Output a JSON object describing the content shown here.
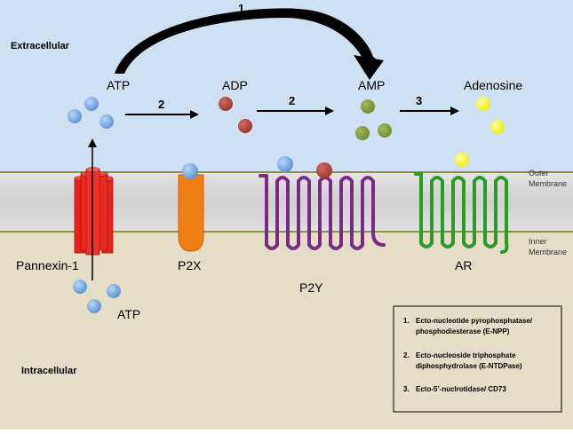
{
  "regions": {
    "extracellular": "Extracellular",
    "intracellular": "Intracellular",
    "outer_membrane": [
      "Outer",
      "Membrane"
    ],
    "inner_membrane": [
      "Inner",
      "Membrane"
    ]
  },
  "molecules": {
    "atp_top": "ATP",
    "adp": "ADP",
    "amp": "AMP",
    "adenosine": "Adenosine",
    "atp_bottom": "ATP"
  },
  "steps": {
    "arc": "1",
    "atp_to_adp": "2",
    "adp_to_amp": "2",
    "amp_to_adenosine": "3"
  },
  "receptors": {
    "pannexin": "Pannexin-1",
    "p2x": "P2X",
    "p2y": "P2Y",
    "ar": "AR"
  },
  "legend": {
    "items": [
      {
        "num": "1.",
        "lines": [
          "Ecto-nucleotide pyrophosphatase/",
          "phosphodiesterase (E-NPP)"
        ]
      },
      {
        "num": "2.",
        "lines": [
          "Ecto-nucleoside triphosphate",
          "diphosphydrolase (E-NTDPase)"
        ]
      },
      {
        "num": "3.",
        "lines": [
          "Ecto-5’-nuclrotidase/ CD73"
        ]
      }
    ]
  },
  "colors": {
    "extracellular_bg": "#cfe0f2",
    "membrane": "#d6d6d6",
    "membrane_line": "#8d8f48",
    "intracellular_bg": "#e6ddc8",
    "atp": "#6ea6e3",
    "adp": "#b0443d",
    "amp": "#7e9a3c",
    "adenosine": "#f5f51a",
    "pannexin": "#e8231c",
    "p2x": "#f07f14",
    "p2y": "#7b2a86",
    "ar": "#2c9a26"
  }
}
